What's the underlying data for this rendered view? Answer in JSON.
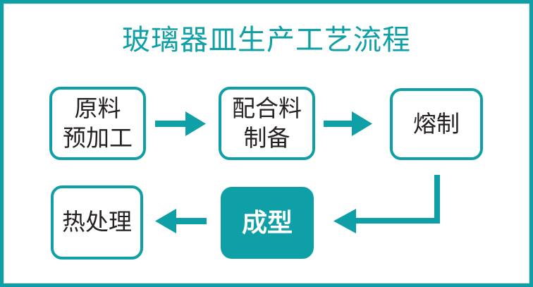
{
  "title": "玻璃器皿生产工艺流程",
  "colors": {
    "teal": "#0f9fa6",
    "text_dark": "#262222",
    "filled_node_text": "#ffffff",
    "background": "#ffffff"
  },
  "nodes": [
    {
      "id": "raw-material-pretreatment",
      "lines": [
        "原料",
        "预加工"
      ],
      "filled": false
    },
    {
      "id": "batch-preparation",
      "lines": [
        "配合料",
        "制备"
      ],
      "filled": false
    },
    {
      "id": "melting",
      "lines": [
        "熔制"
      ],
      "filled": false
    },
    {
      "id": "forming",
      "lines": [
        "成型"
      ],
      "filled": true
    },
    {
      "id": "heat-treatment",
      "lines": [
        "热处理"
      ],
      "filled": false
    }
  ],
  "arrows": [
    {
      "from": "raw-material-pretreatment",
      "to": "batch-preparation",
      "direction": "right"
    },
    {
      "from": "batch-preparation",
      "to": "melting",
      "direction": "right"
    },
    {
      "from": "melting",
      "to": "forming",
      "direction": "down-then-left"
    },
    {
      "from": "forming",
      "to": "heat-treatment",
      "direction": "left"
    }
  ]
}
